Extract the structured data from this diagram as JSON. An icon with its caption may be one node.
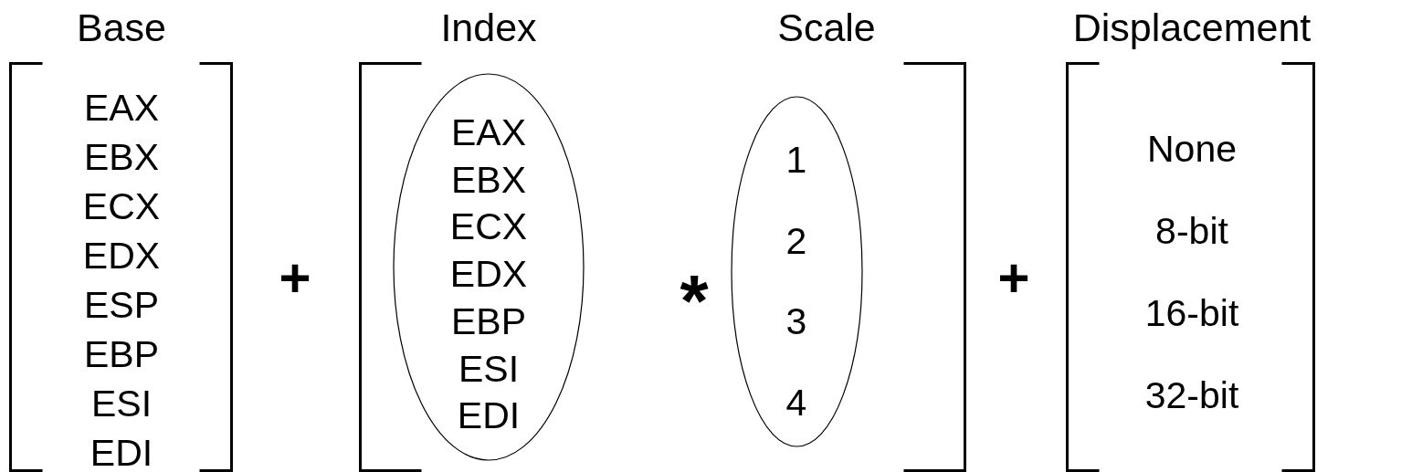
{
  "diagram": {
    "nodes": [
      {
        "text": [
          "Base",
          "EAX",
          "EBX",
          "ECX",
          "EDX",
          "ESP",
          "EBP",
          "ESI",
          "EDI"
        ]
      },
      {
        "text": [
          "Index",
          "Scale"
        ]
      },
      {
        "text": [
          "EAX",
          "EBX",
          "ECX",
          "EDX",
          "EBP",
          "ESI",
          "EDI"
        ],
        "in": 1
      },
      {
        "text": [
          "1",
          "2",
          "3",
          "4"
        ],
        "in": 1
      },
      {
        "text": [
          "Displacement",
          "None",
          "8-bit",
          "16-bit",
          "32-bit"
        ]
      }
    ],
    "labels": [
      "+",
      "*",
      "+"
    ]
  }
}
